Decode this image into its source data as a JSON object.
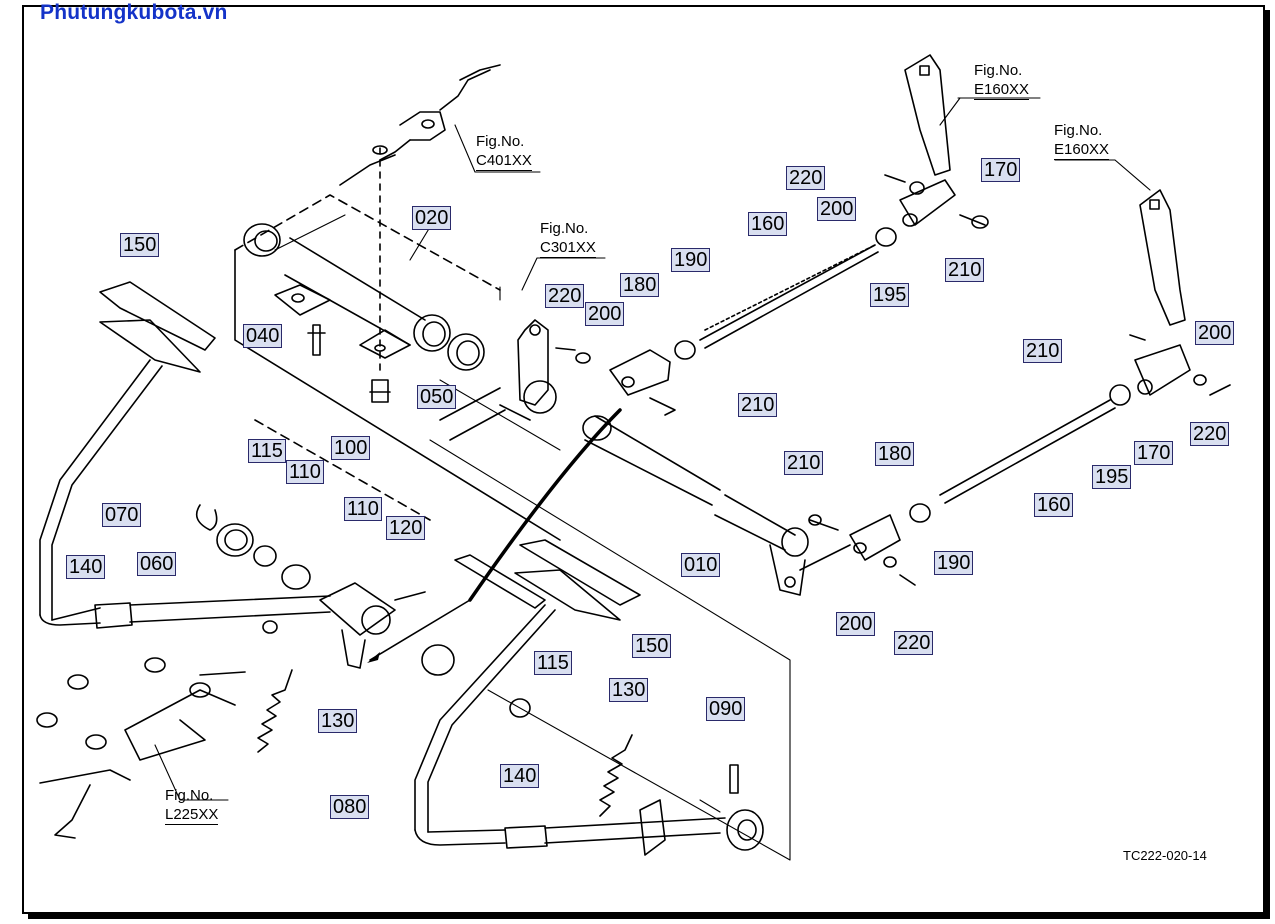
{
  "watermark": "Phutungkubota.vn",
  "drawing_code": "TC222-020-14",
  "fig_refs": [
    {
      "label": "Fig.No.",
      "number": "C401XX"
    },
    {
      "label": "Fig.No.",
      "number": "C301XX"
    },
    {
      "label": "Fig.No.",
      "number": "E160XX"
    },
    {
      "label": "Fig.No.",
      "number": "E160XX"
    },
    {
      "label": "Fig.No.",
      "number": "L225XX"
    }
  ],
  "callouts": [
    "020",
    "150",
    "040",
    "050",
    "220",
    "200",
    "180",
    "190",
    "160",
    "220",
    "200",
    "170",
    "210",
    "195",
    "210",
    "200",
    "210",
    "195",
    "170",
    "220",
    "160",
    "210",
    "180",
    "190",
    "200",
    "220",
    "010",
    "115",
    "110",
    "100",
    "070",
    "060",
    "110",
    "120",
    "140",
    "150",
    "115",
    "130",
    "130",
    "090",
    "140",
    "080"
  ]
}
